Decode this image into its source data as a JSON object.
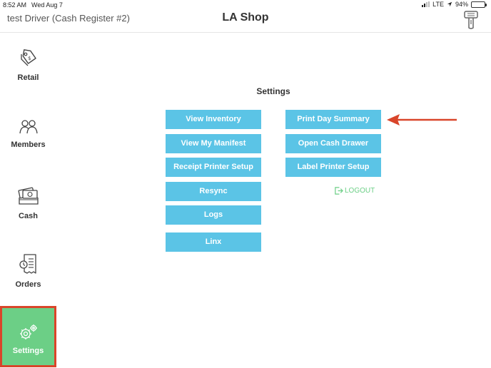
{
  "status_bar": {
    "time": "8:52 AM",
    "date": "Wed Aug 7",
    "network": "LTE",
    "battery": "94%",
    "battery_level": 0.94
  },
  "header": {
    "driver_label": "test Driver (Cash Register #2)",
    "title": "LA Shop",
    "scanner_icon": "barcode-scanner-icon"
  },
  "sidebar": {
    "items": [
      {
        "label": "Retail",
        "icon": "price-tag-icon"
      },
      {
        "label": "Members",
        "icon": "members-icon"
      },
      {
        "label": "Cash",
        "icon": "cash-icon"
      },
      {
        "label": "Orders",
        "icon": "receipt-icon"
      },
      {
        "label": "Settings",
        "icon": "gears-icon",
        "active": true
      }
    ]
  },
  "main": {
    "title": "Settings",
    "left_buttons": [
      "View Inventory",
      "View My Manifest",
      "Receipt Printer Setup",
      "Resync",
      "Logs",
      "Linx"
    ],
    "right_buttons": [
      "Print Day Summary",
      "Open Cash Drawer",
      "Label Printer Setup"
    ],
    "logout_label": "LOGOUT"
  },
  "colors": {
    "button": "#5bc4e6",
    "active_nav": "#6ccf86",
    "highlight": "#d9452a",
    "logout": "#6ccf86"
  }
}
